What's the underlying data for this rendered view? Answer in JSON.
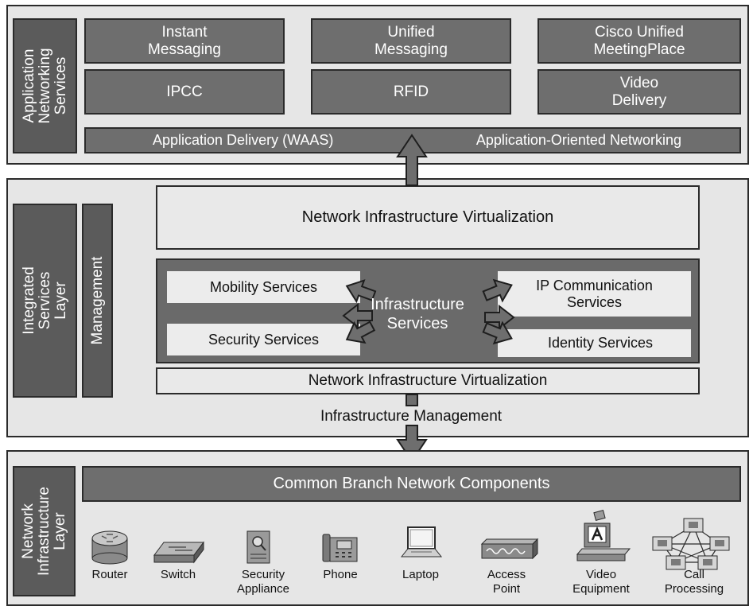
{
  "app_layer": {
    "label": "Application\nNetworking\nServices",
    "boxes": [
      {
        "name": "instant-messaging-box",
        "text": "Instant\nMessaging"
      },
      {
        "name": "unified-messaging-box",
        "text": "Unified\nMessaging"
      },
      {
        "name": "cisco-unified-meetingplace-box",
        "text": "Cisco Unified\nMeetingPlace"
      },
      {
        "name": "ipcc-box",
        "text": "IPCC"
      },
      {
        "name": "rfid-box",
        "text": "RFID"
      },
      {
        "name": "video-delivery-box",
        "text": "Video\nDelivery"
      }
    ],
    "delivery_bar": {
      "left": "Application Delivery (WAAS)",
      "right": "Application-Oriented Networking"
    }
  },
  "integrated_layer": {
    "label": "Integrated\nServices\nLayer",
    "management": "Management",
    "top_virtualization": "Network Infrastructure Virtualization",
    "infrastructure_services": "Infrastructure\nServices",
    "services": {
      "mobility": "Mobility Services",
      "security": "Security Services",
      "ip_communication": "IP Communication\nServices",
      "identity": "Identity Services"
    },
    "bottom_virtualization": "Network Infrastructure Virtualization",
    "infrastructure_management": "Infrastructure Management"
  },
  "network_layer": {
    "label": "Network\nInfrastructure\nLayer",
    "components_bar": "Common Branch Network Components",
    "devices": [
      {
        "label": "Router",
        "icon": "router-icon"
      },
      {
        "label": "Switch",
        "icon": "switch-icon"
      },
      {
        "label": "Security\nAppliance",
        "icon": "security-appliance-icon"
      },
      {
        "label": "Phone",
        "icon": "phone-icon"
      },
      {
        "label": "Laptop",
        "icon": "laptop-icon"
      },
      {
        "label": "Access\nPoint",
        "icon": "access-point-icon"
      },
      {
        "label": "Video\nEquipment",
        "icon": "video-equipment-icon"
      },
      {
        "label": "Call\nProcessing",
        "icon": "call-processing-icon"
      }
    ]
  },
  "colors": {
    "dark_box": "#6e6e6e",
    "label_box": "#5b5b5b",
    "layer_bg": "#e6e6e6",
    "border": "#2b2b2b"
  }
}
